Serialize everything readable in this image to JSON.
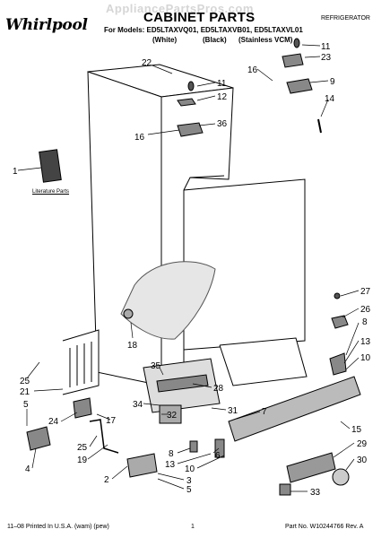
{
  "header": {
    "brand": "Whirlpool",
    "watermark": "AppliancePartsPros.com",
    "title": "CABINET PARTS",
    "category": "REFRIGERATOR",
    "models_line": "For Models: ED5LTAXVQ01, ED5LTAXVB01, ED5LTAXVL01",
    "variants": [
      "(White)",
      "(Black)",
      "(Stainless VCM)"
    ]
  },
  "labels": {
    "literature": "Literature Parts"
  },
  "callouts": [
    "22",
    "11",
    "12",
    "36",
    "16",
    "16",
    "11",
    "23",
    "9",
    "14",
    "1",
    "18",
    "27",
    "26",
    "8",
    "13",
    "10",
    "25",
    "21",
    "35",
    "28",
    "5",
    "24",
    "17",
    "34",
    "31",
    "7",
    "32",
    "15",
    "25",
    "19",
    "29",
    "4",
    "8",
    "13",
    "6",
    "30",
    "2",
    "3",
    "5",
    "10",
    "33"
  ],
  "footer": {
    "left": "11–08 Printed In U.S.A. (wam) (pew)",
    "page": "1",
    "right": "Part No. W10244766 Rev. A"
  },
  "colors": {
    "line": "#000000",
    "shade": "#8c8c8c",
    "light_shade": "#cfcfcf"
  }
}
